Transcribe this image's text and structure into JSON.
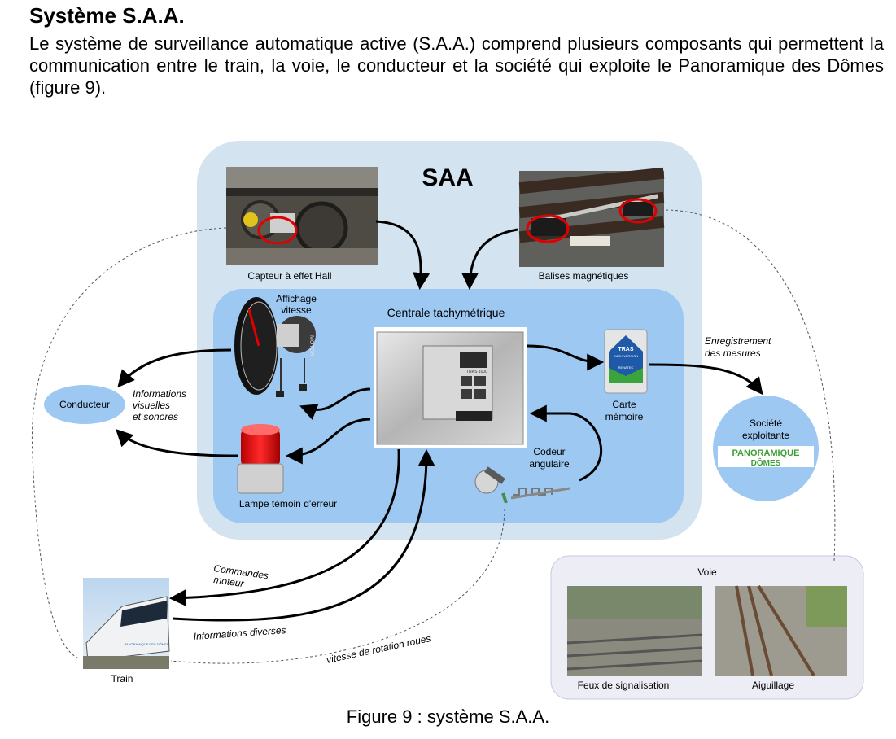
{
  "heading": "Système S.A.A.",
  "intro": "Le système de surveillance automatique active (S.A.A.) comprend plusieurs composants qui permettent la communication entre le train, la voie, le conducteur et la société qui exploite le Panoramique des Dômes (figure 9).",
  "diagram": {
    "saa_title": "SAA",
    "centrale_title": "Centrale tachymétrique",
    "capteur_label": "Capteur à effet Hall",
    "balises_label": "Balises magnétiques",
    "affichage_label_1": "Affichage",
    "affichage_label_2": "vitesse",
    "carte_label_1": "Carte",
    "carte_label_2": "mémoire",
    "enregistrement_1": "Enregistrement",
    "enregistrement_2": "des mesures",
    "conducteur": "Conducteur",
    "informations_1": "Informations",
    "informations_2": "visuelles",
    "informations_3": "et sonores",
    "lampe_label": "Lampe témoin d'erreur",
    "codeur_1": "Codeur",
    "codeur_2": "angulaire",
    "societe_1": "Société",
    "societe_2": "exploitante",
    "logo_line1": "PANORAMIQUE",
    "logo_line2": "DÔMES",
    "commandes_1": "Commandes",
    "commandes_2": "moteur",
    "infos_diverses": "Informations diverses",
    "vitesse_rotation": "vitesse de rotation roues",
    "train_label": "Train",
    "voie_title": "Voie",
    "feux_label": "Feux de signalisation",
    "aiguillage_label": "Aiguillage",
    "tras_1": "TRAS",
    "tras_2": "RACK-VERSION",
    "tras_3": "RENATEC",
    "device_model": "TRAS 1000",
    "motor_text": "MOTOR",
    "train_brand": "PANORAMIQUE DES DÔMES"
  },
  "caption": "Figure 9 : système S.A.A."
}
